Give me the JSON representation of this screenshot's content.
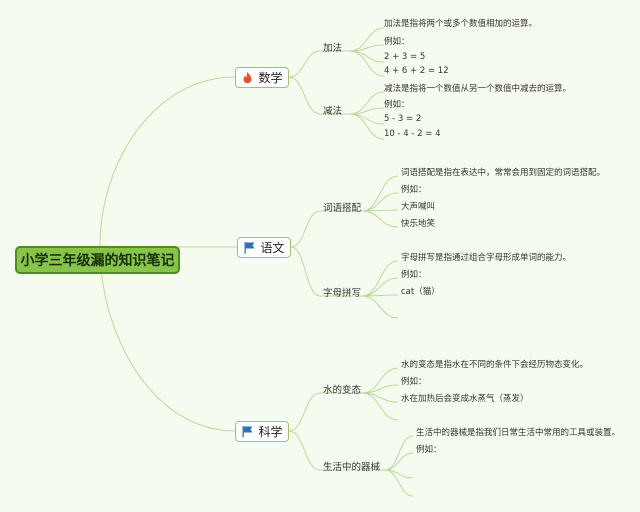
{
  "root": {
    "label": "小学三年级漏的知识笔记"
  },
  "branches": [
    {
      "label": "数学",
      "icon": "fire-icon",
      "subs": [
        {
          "label": "加法",
          "leaves": [
            "加法是指将两个或多个数值相加的运算。",
            "例如：",
            "2 + 3 = 5",
            "4 + 6 + 2 = 12"
          ]
        },
        {
          "label": "减法",
          "leaves": [
            "减法是指将一个数值从另一个数值中减去的运算。",
            "例如：",
            "5 - 3 = 2",
            "10 - 4 - 2 = 4"
          ]
        }
      ]
    },
    {
      "label": "语文",
      "icon": "flag-icon",
      "subs": [
        {
          "label": "词语搭配",
          "leaves": [
            "词语搭配是指在表达中，常常会用到固定的词语搭配。",
            "例如：",
            "大声喊叫",
            "快乐地笑"
          ]
        },
        {
          "label": "字母拼写",
          "leaves": [
            "字母拼写是指通过组合字母形成单词的能力。",
            "例如：",
            "cat（猫）",
            ""
          ]
        }
      ]
    },
    {
      "label": "科学",
      "icon": "flag-icon",
      "subs": [
        {
          "label": "水的变态",
          "leaves": [
            "水的变态是指水在不同的条件下会经历物态变化。",
            "例如：",
            "水在加热后会变成水蒸气（蒸发）",
            ""
          ]
        },
        {
          "label": "生活中的器械",
          "leaves": [
            "生活中的器械是指我们日常生活中常用的工具或装置。",
            "例如：",
            "",
            ""
          ]
        }
      ]
    }
  ],
  "colors": {
    "line": "#b9d99a",
    "root_fill": "#86c44a",
    "fire": "#e8502a",
    "flag": "#2f6fb5"
  }
}
